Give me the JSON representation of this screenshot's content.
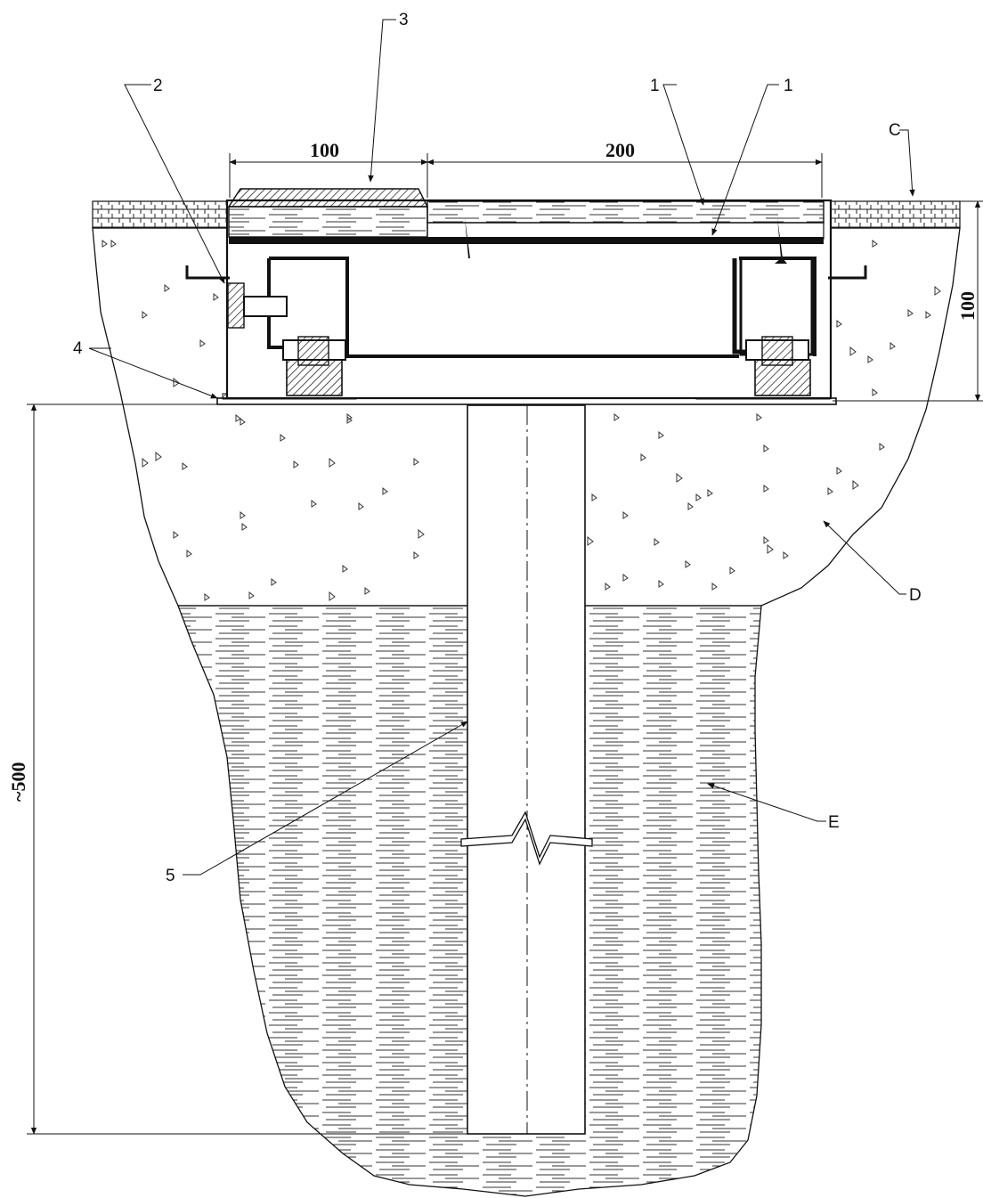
{
  "callouts": {
    "c1a": "1",
    "c1b": "1",
    "c2": "2",
    "c3": "3",
    "c4": "4",
    "c5": "5",
    "cC": "C",
    "cD": "D",
    "cE": "E"
  },
  "dimensions": {
    "top_left": "100",
    "top_right": "200",
    "right_height": "100",
    "left_depth": "~500"
  },
  "colors": {
    "ink": "#111111",
    "background": "#ffffff"
  }
}
